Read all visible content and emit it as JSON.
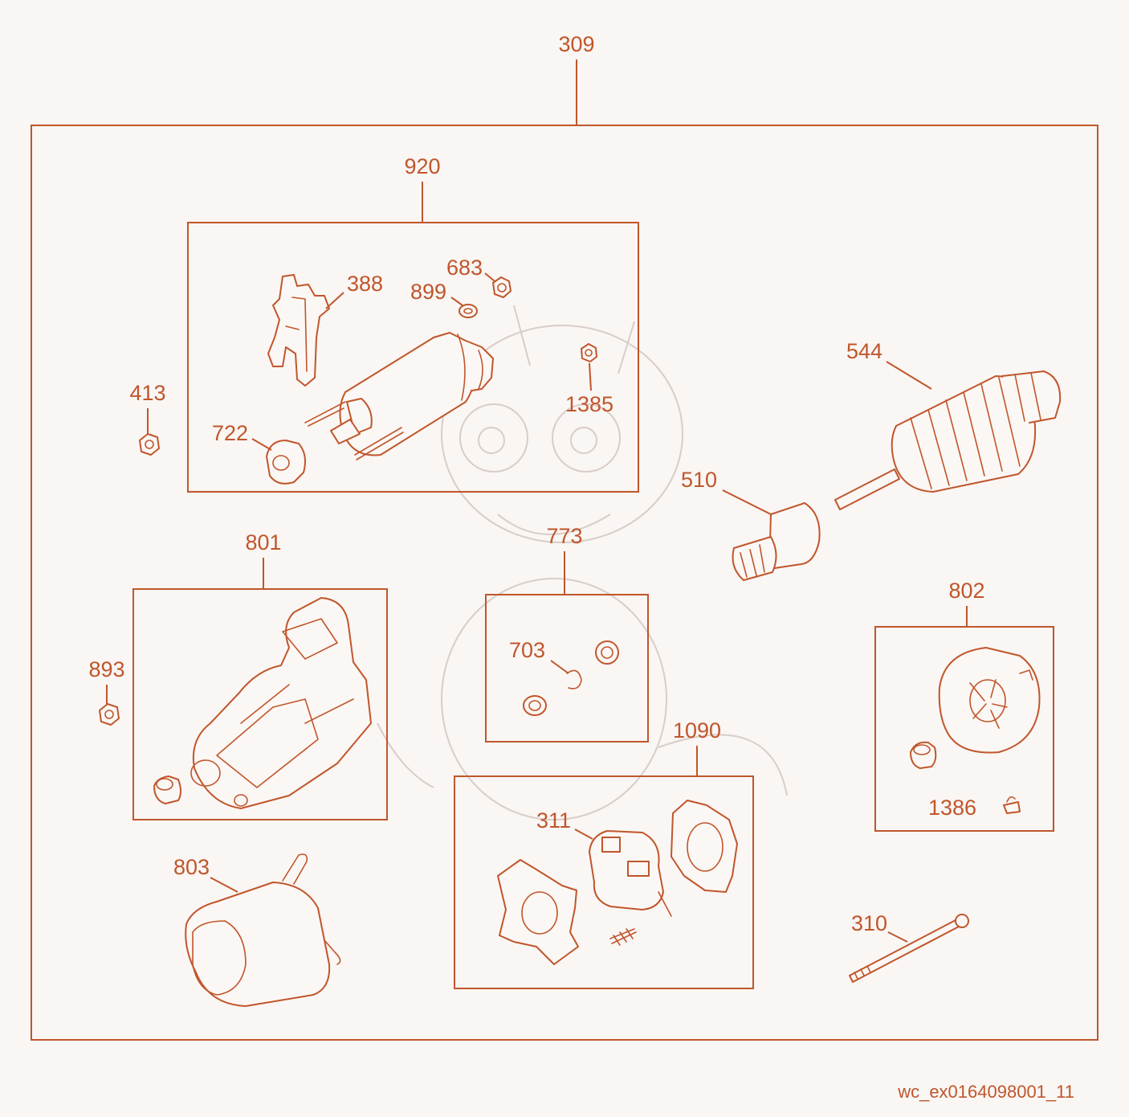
{
  "colors": {
    "accent": "#c0562b",
    "background": "#f9f6f4",
    "watermark": "#d9cdc6"
  },
  "labels": {
    "l309": "309",
    "l920": "920",
    "l388": "388",
    "l683": "683",
    "l899": "899",
    "l1385": "1385",
    "l413": "413",
    "l722": "722",
    "l544": "544",
    "l510": "510",
    "l801": "801",
    "l773": "773",
    "l703": "703",
    "l802": "802",
    "l893": "893",
    "l1090": "1090",
    "l311": "311",
    "l1386": "1386",
    "l803": "803",
    "l310": "310"
  },
  "footer": {
    "drawing_id": "wc_ex0164098001_11"
  }
}
